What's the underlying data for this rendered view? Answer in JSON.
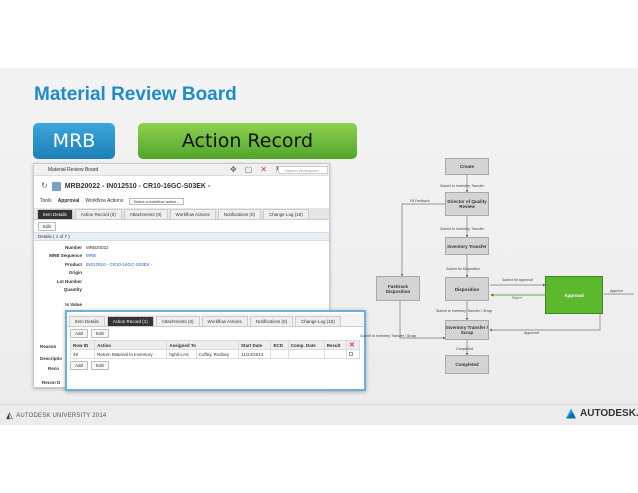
{
  "slide": {
    "title": "Material Review Board",
    "pill_mrb": "MRB",
    "pill_action_record": "Action Record"
  },
  "window1": {
    "app_name": "Material Review Board",
    "search_placeholder": "Search Workspace",
    "header_title": "MRB20022 - IN012510 - CR10-16GC-S03EK -",
    "toolbar": {
      "tools": "Tools",
      "approval": "Approval",
      "workflow_actions": "Workflow Actions",
      "select_workflow": "Select a workflow action..."
    },
    "tabs": [
      "Item Details",
      "Action Record (0)",
      "Attachments (0)",
      "Workflow Actions",
      "Notifications (0)",
      "Change Log (10)"
    ],
    "edit_button": "Edit",
    "section_title": "Details ( 1 of 7 )",
    "fields": [
      {
        "label": "Number",
        "value": "MRB20022"
      },
      {
        "label": "MRB Sequence",
        "value": "MRB"
      },
      {
        "label": "Product",
        "value": "IN012510 - CR10-16GC-S03EK -"
      },
      {
        "label": "Origin",
        "value": ""
      },
      {
        "label": "Lot Number",
        "value": ""
      },
      {
        "label": "Quantity",
        "value": ""
      },
      {
        "label": "Is Value",
        "value": ""
      }
    ],
    "lower_stubs": [
      "Reason",
      "Descriptio",
      "Reco",
      "Recon D"
    ]
  },
  "window2": {
    "tabs": [
      "Item Details",
      "Action Record (1)",
      "Attachments (0)",
      "Workflow Actions",
      "Notifications (0)",
      "Change Log (10)"
    ],
    "add_button": "Add",
    "edit_button": "Edit",
    "columns": [
      "Row ID",
      "Action",
      "Assigned To",
      "Start Date",
      "ECD",
      "Comp. Date",
      "Result"
    ],
    "rows": [
      {
        "row_id": "49",
        "action": "Return Material to Inventory",
        "assigned_to": "hphil-LAS",
        "name": "Coffey, Rodney",
        "start_date": "11/24/2014",
        "ecd": "",
        "comp_date": "",
        "result": ""
      }
    ]
  },
  "flow": {
    "nodes": {
      "create": "Create",
      "director": "Director of Quality Review",
      "inventory_transfer": "Inventory Transfer",
      "fasttrack": "Fasttrack Disposition",
      "disposition": "Disposition",
      "approval": "Approval",
      "inv_scrap": "Inventory Transfer / Scrap",
      "completed": "Completed"
    },
    "edges": {
      "submit_inv": "Submit to Inventory Transfer",
      "fa_fasttrack": "FA Fasttrack",
      "submit_inv2": "Submit to Inventory Transfer",
      "submit_disp": "Submit for Disposition",
      "submit_approval": "Submit for Approval",
      "reject": "Reject",
      "approve": "Approve",
      "approved": "Approved",
      "submit_inv_scrap": "Submit to Inventory Transfer / Scrap",
      "submit_inv_scrap2": "Submit to Inventory Transfer / Scrap",
      "completed": "Completed"
    }
  },
  "footer": {
    "au_brand": "AUTODESK UNIVERSITY 2014",
    "adsk_brand": "AUTODESK."
  },
  "colors": {
    "title_blue": "#1e8cc8",
    "mrb_blue": "#2a95cf",
    "action_green": "#6cbd3c",
    "approval_green": "#5cb82c"
  }
}
